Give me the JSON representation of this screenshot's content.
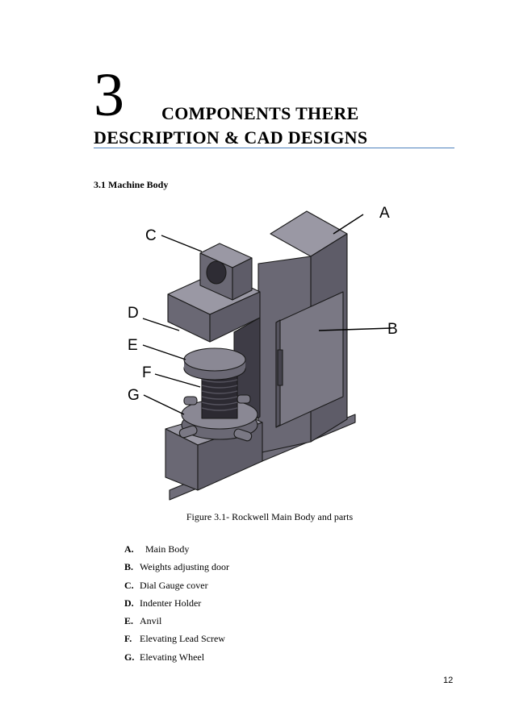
{
  "chapter": {
    "number": "3",
    "title_line1": "COMPONENTS THERE",
    "title_line2": "DESCRIPTION & CAD DESIGNS"
  },
  "section": {
    "heading": "3.1 Machine Body"
  },
  "figure": {
    "labels": [
      "A",
      "B",
      "C",
      "D",
      "E",
      "F",
      "G"
    ],
    "caption": "Figure 3.1- Rockwell Main Body and parts"
  },
  "parts": [
    {
      "letter": "A.",
      "name": "Main Body"
    },
    {
      "letter": "B.",
      "name": "Weights adjusting door"
    },
    {
      "letter": "C.",
      "name": "Dial Gauge cover"
    },
    {
      "letter": "D.",
      "name": "Indenter Holder"
    },
    {
      "letter": "E.",
      "name": "Anvil"
    },
    {
      "letter": "F.",
      "name": "Elevating Lead Screw"
    },
    {
      "letter": "G.",
      "name": "Elevating Wheel"
    }
  ],
  "page_number": "12",
  "colors": {
    "rule": "#4f81bd",
    "machine_front": "#5a5864",
    "machine_side": "#6f6d79",
    "machine_top": "#9a98a4"
  }
}
